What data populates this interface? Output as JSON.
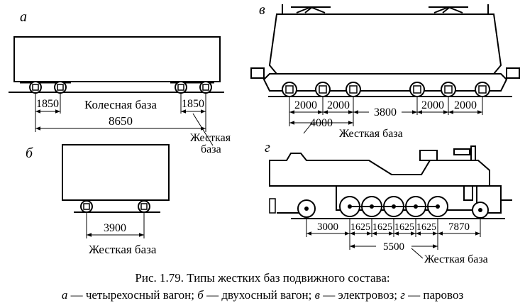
{
  "panels": {
    "a": {
      "letter": "а",
      "dims": {
        "left": "1850",
        "right": "1850",
        "total": "8650"
      },
      "wheelbase_label": "Колесная база",
      "rigid_label_1": "Жесткая",
      "rigid_label_2": "база"
    },
    "b": {
      "letter": "б",
      "dims": {
        "base": "3900"
      },
      "rigid_label": "Жесткая база"
    },
    "v": {
      "letter": "в",
      "dims": {
        "d1": "2000",
        "d2": "2000",
        "gap": "3800",
        "d3": "2000",
        "d4": "2000",
        "bogie": "4000"
      },
      "rigid_label": "Жесткая база"
    },
    "g": {
      "letter": "г",
      "dims": {
        "lead": "3000",
        "c1": "1625",
        "c2": "1625",
        "c3": "1625",
        "c4": "1625",
        "trail": "7870",
        "rigid": "5500"
      },
      "rigid_label": "Жесткая база"
    }
  },
  "caption": {
    "line1": "Рис. 1.79. Типы жестких баз подвижного состава:",
    "a_letter": "а",
    "a_text": " — четырехосный вагон; ",
    "b_letter": "б",
    "b_text": " — двухосный вагон; ",
    "v_letter": "в",
    "v_text": " — электровоз; ",
    "g_letter": "г",
    "g_text": " — паровоз"
  }
}
